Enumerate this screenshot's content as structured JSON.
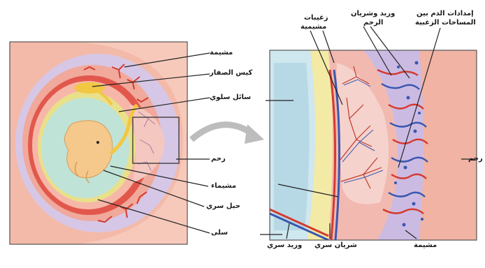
{
  "labels": {
    "chorion_left": "مشيمة",
    "yolk_sac": "كيس الصفار",
    "amniotic_fluid": "سائل سلوي",
    "uterus_left": "رحم",
    "amnion": "مشيماء",
    "umbilical_cord": "حبل سري",
    "amnion_lower": "سلى",
    "chorionic_villi_line1": "زغيبات",
    "chorionic_villi_line2": "مشيمية",
    "uterine_vessels_line1": "وريد وشريان",
    "uterine_vessels_line2": "الرحم",
    "maternal_blood_line1": "إمدادات الدم بين",
    "maternal_blood_line2": "المساحات الزغبية",
    "uterus_right": "رحم",
    "umbilical_vein": "وريد سري",
    "umbilical_artery": "شريان سري",
    "placenta_bottom": "مشيمة"
  },
  "colors": {
    "uterus": "#f0b3a4",
    "uterus_inner": "#f7c9bb",
    "decidua": "#c9b7df",
    "muscle": "#e2574c",
    "amnion_membrane": "#e9e08a",
    "amniotic_cavity": "#bfe3d7",
    "embryo": "#f5c98c",
    "yolk": "#f2c743",
    "artery": "#d63a2f",
    "vein": "#3a57b0",
    "villi_pink": "#f4c8c0",
    "fluid_blue": "#cfe7ee"
  }
}
